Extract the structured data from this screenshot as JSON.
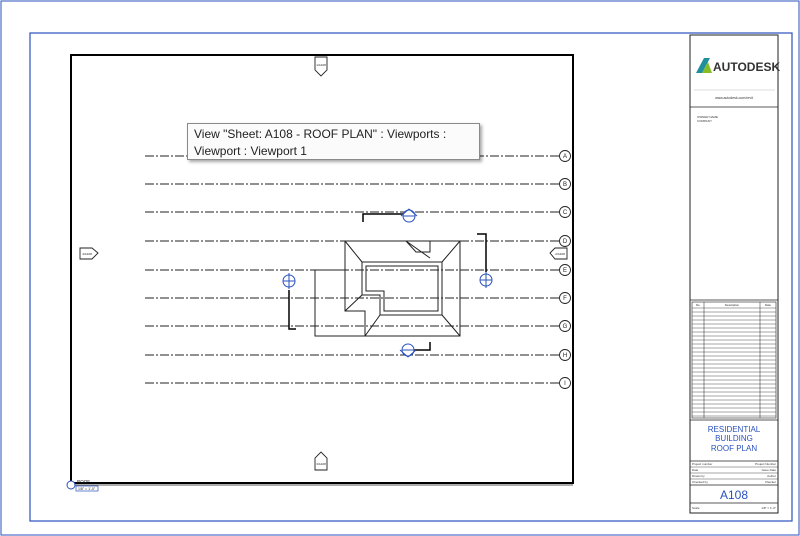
{
  "sheet": {
    "number": "A108",
    "title": "ROOF PLAN",
    "tooltip": "View \"Sheet: A108 - ROOF PLAN\" : Viewports : Viewport : Viewport 1"
  },
  "titleblock": {
    "brand": "AUTODESK",
    "website": "www.autodesk.com/revit",
    "owner_line1": "OWNER NAME",
    "owner_line2": "COMPANY",
    "project_line1": "RESIDENTIAL",
    "project_line2": "BUILDING",
    "sheet_name": "ROOF PLAN",
    "sheet_number": "A108",
    "revision_headers": [
      "No.",
      "Description",
      "Date"
    ],
    "info_rows": [
      {
        "label": "Project number",
        "value": "Project Number"
      },
      {
        "label": "Date",
        "value": "Issue Date"
      },
      {
        "label": "Drawn by",
        "value": "Author"
      },
      {
        "label": "Checked by",
        "value": "Checker"
      }
    ],
    "scale_label": "Scale",
    "scale_value": "1/8\" = 1'-0\""
  },
  "grids": [
    "A",
    "B",
    "C",
    "D",
    "E",
    "F",
    "G",
    "H",
    "I"
  ],
  "viewport": {
    "name": "ROOF",
    "scale": "1/8\" = 1'-0\""
  },
  "elevation_tags": {
    "top": "1/A108",
    "bottom": "3/A108",
    "left": "4/A108",
    "right": "2/A108"
  },
  "colors": {
    "selection": "#2a52be",
    "frame": "#2a52be",
    "logo_teal": "#1f8f9b",
    "logo_green": "#86bc25"
  }
}
